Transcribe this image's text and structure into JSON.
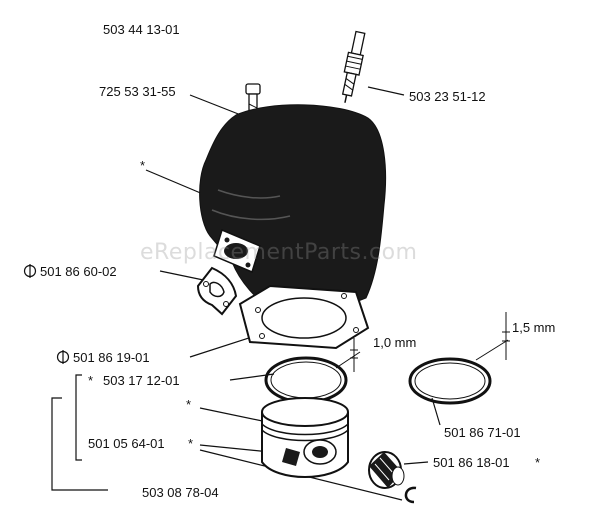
{
  "diagram": {
    "assembly_number": "503 44 13-01",
    "watermark": "eReplacementParts.com",
    "callouts": {
      "bolt": "725 53 31-55",
      "spark_plug": "503 23 51-12",
      "cylinder_marker": "*",
      "muffler_gasket": "501 86 60-02",
      "base_gasket": "501 86 19-01",
      "ring_a_marker": "*",
      "ring_a": "503 17 12-01",
      "piston_marker": "*",
      "piston": "501 05 64-01",
      "piston_kit": "503 08 78-04",
      "ring_b": "501 86 71-01",
      "bearing": "501 86 18-01",
      "bearing_marker": "*",
      "piston_star": "*"
    },
    "dimensions": {
      "ring_a_height": "1,0 mm",
      "ring_b_height": "1,5 mm"
    },
    "colors": {
      "ink": "#111111",
      "part_fill": "#1a1a1a",
      "watermark": "#969696"
    },
    "icons": {
      "kit_mark": "circle-bar-symbol"
    }
  }
}
